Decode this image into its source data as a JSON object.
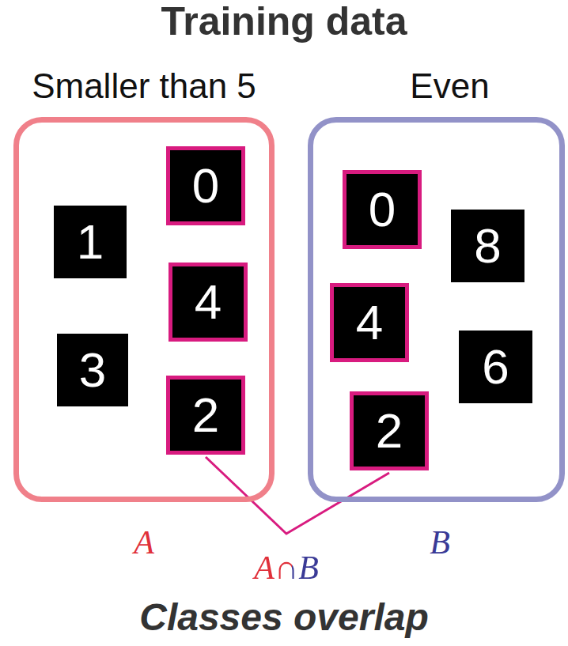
{
  "diagram": {
    "title": "Training data",
    "caption": "Classes overlap",
    "nodes": [
      {
        "text": [
          "Smaller than 5"
        ]
      },
      {
        "text": [
          "0"
        ],
        "in": 0
      },
      {
        "text": [
          "1"
        ],
        "in": 0
      },
      {
        "text": [
          "4"
        ],
        "in": 0
      },
      {
        "text": [
          "3"
        ],
        "in": 0
      },
      {
        "text": [
          "2"
        ],
        "in": 0
      },
      {
        "text": [
          "Even"
        ]
      },
      {
        "text": [
          "0"
        ],
        "in": 6
      },
      {
        "text": [
          "8"
        ],
        "in": 6
      },
      {
        "text": [
          "4"
        ],
        "in": 6
      },
      {
        "text": [
          "6"
        ],
        "in": 6
      },
      {
        "text": [
          "2"
        ],
        "in": 6
      }
    ],
    "labels": [
      "A",
      "A∩B",
      "B"
    ]
  }
}
